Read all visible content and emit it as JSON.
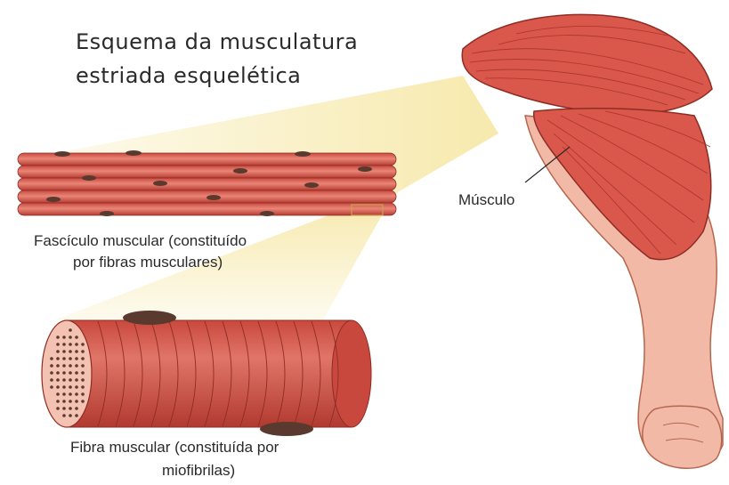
{
  "title": {
    "line1": "Esquema da musculatura",
    "line2": "estriada esquelética"
  },
  "labels": {
    "muscle": "Músculo",
    "fascicle_line1": "Fascículo muscular (constituído",
    "fascicle_line2": "por fibras musculares)",
    "fiber_line1": "Fibra muscular (constituída por",
    "fiber_line2": "miofibrilas)"
  },
  "colors": {
    "muscle_red": "#d9574b",
    "muscle_dark": "#a8352c",
    "skin": "#f2b9a6",
    "skin_outline": "#b5674e",
    "nucleus": "#5a3a2e",
    "highlight": "#f6e7a4",
    "text": "#2a2a2a"
  }
}
